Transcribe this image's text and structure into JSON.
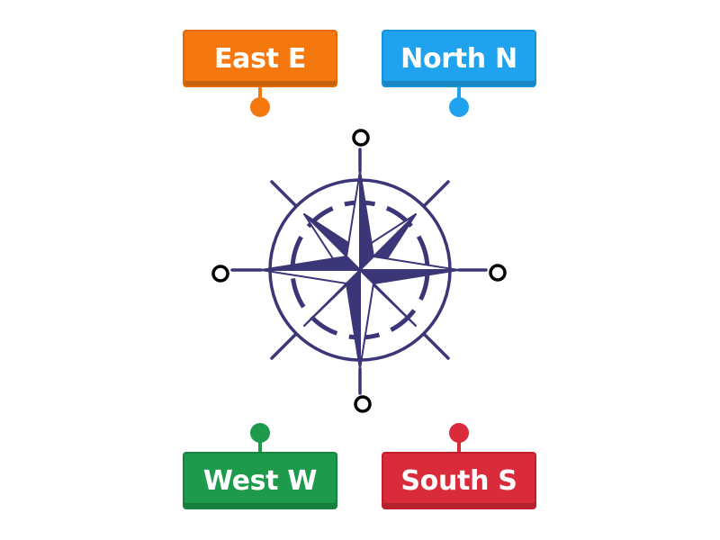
{
  "labels": {
    "east": {
      "text": "East E",
      "color": "#f5780f"
    },
    "north": {
      "text": "North N",
      "color": "#20a3ee"
    },
    "west": {
      "text": "West W",
      "color": "#1e9a4c"
    },
    "south": {
      "text": "South S",
      "color": "#d92b3a"
    }
  },
  "diagram": {
    "image": "compass-rose",
    "stroke_color": "#3b3677",
    "target_marker_color": "#000000"
  }
}
